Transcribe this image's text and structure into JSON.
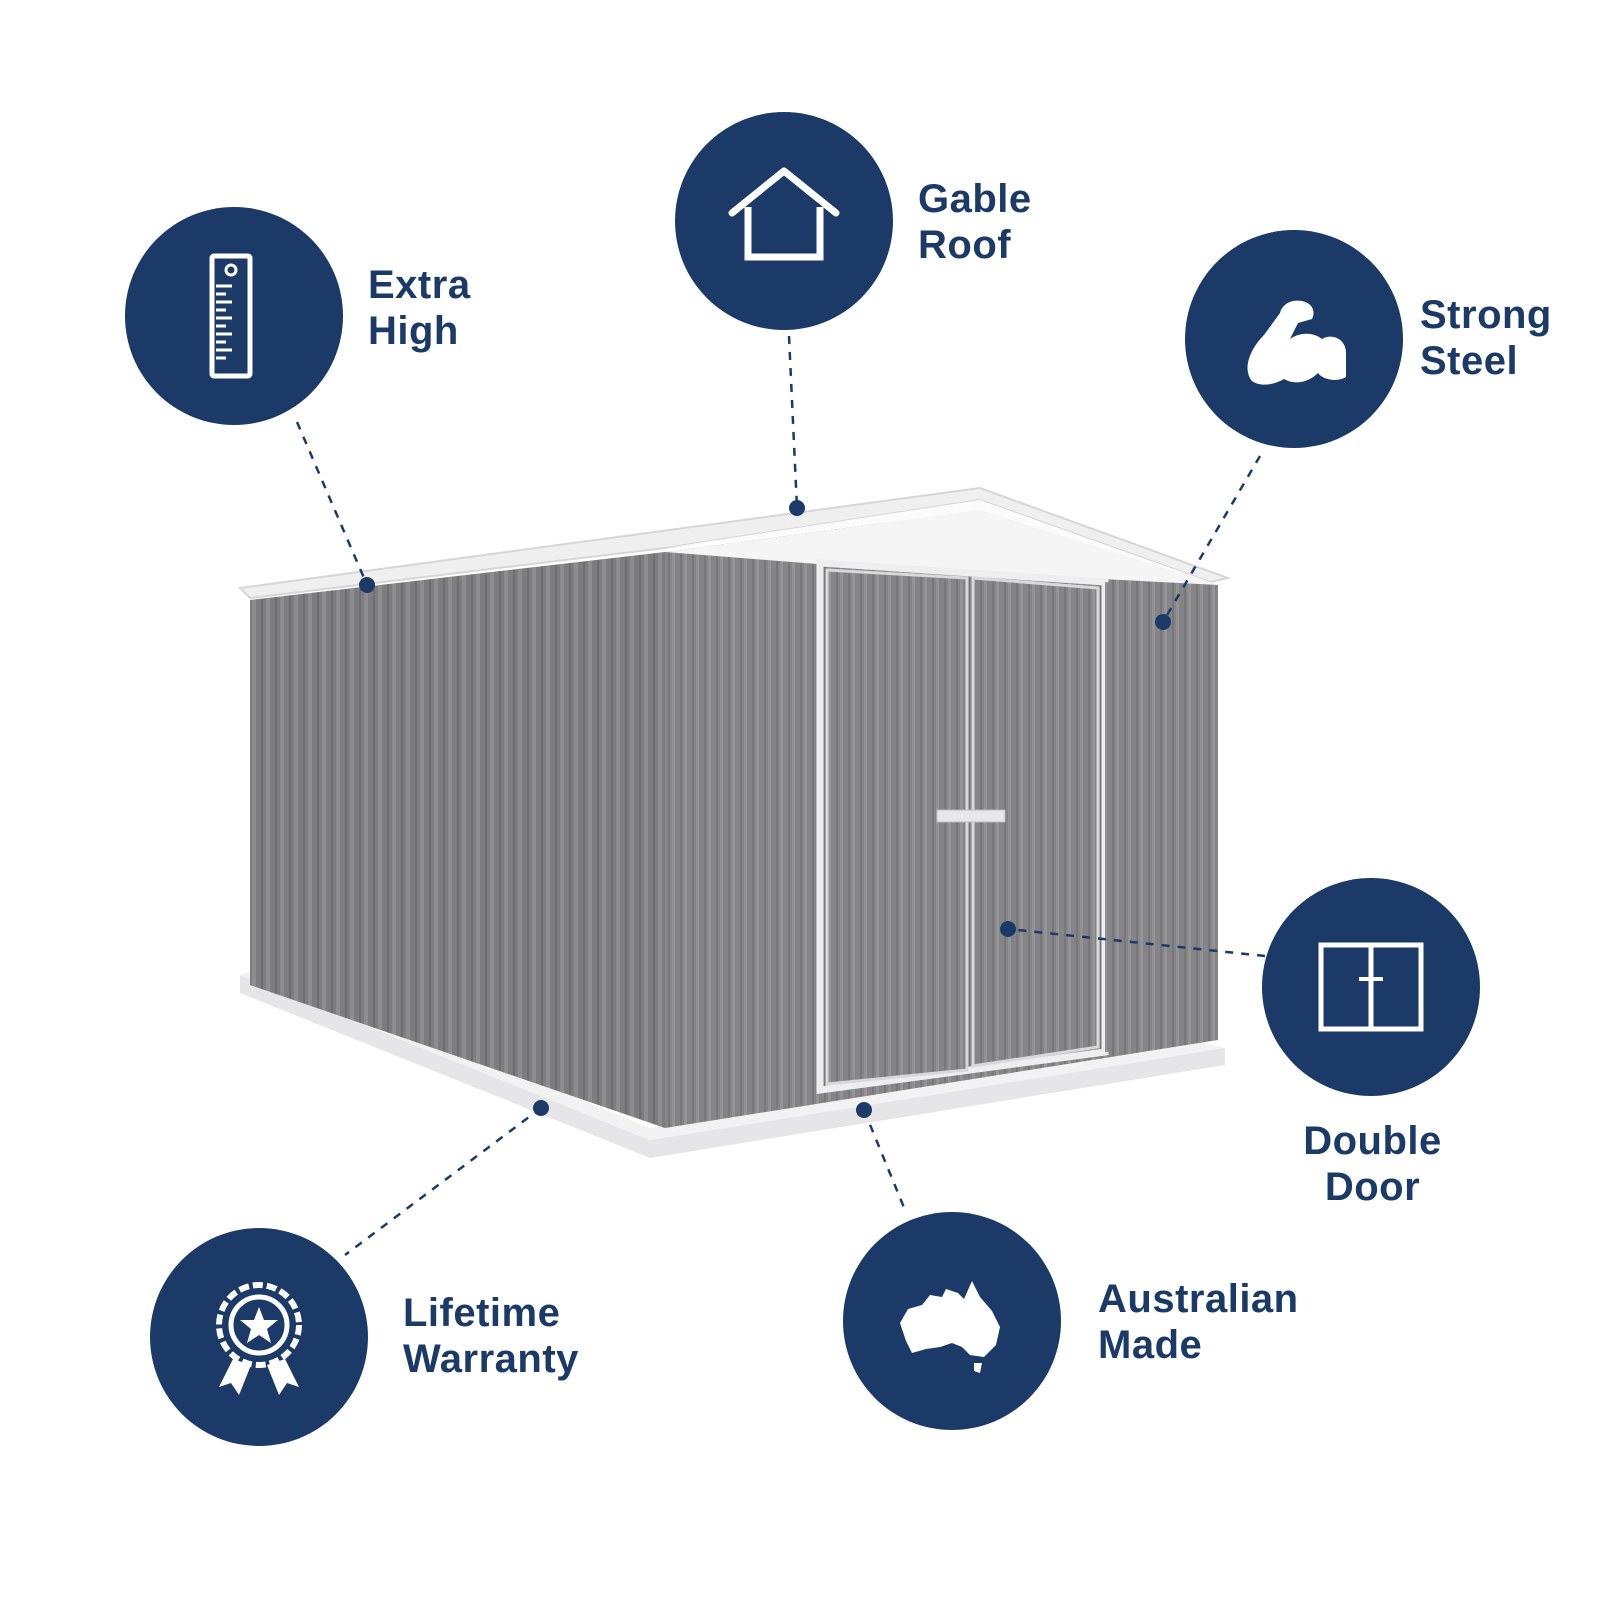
{
  "brand_color": "#1b3a68",
  "product_image": "garden-shed",
  "features": [
    {
      "id": "extra-high",
      "icon": "ruler-icon",
      "line1": "Extra",
      "line2": "High"
    },
    {
      "id": "gable-roof",
      "icon": "house-icon",
      "line1": "Gable",
      "line2": "Roof"
    },
    {
      "id": "strong-steel",
      "icon": "flexed-arm-icon",
      "line1": "Strong",
      "line2": "Steel"
    },
    {
      "id": "double-door",
      "icon": "double-door-icon",
      "line1": "Double",
      "line2": "Door"
    },
    {
      "id": "australian-made",
      "icon": "australia-map-icon",
      "line1": "Australian",
      "line2": "Made"
    },
    {
      "id": "lifetime-warranty",
      "icon": "award-ribbon-icon",
      "line1": "Lifetime",
      "line2": "Warranty"
    }
  ]
}
